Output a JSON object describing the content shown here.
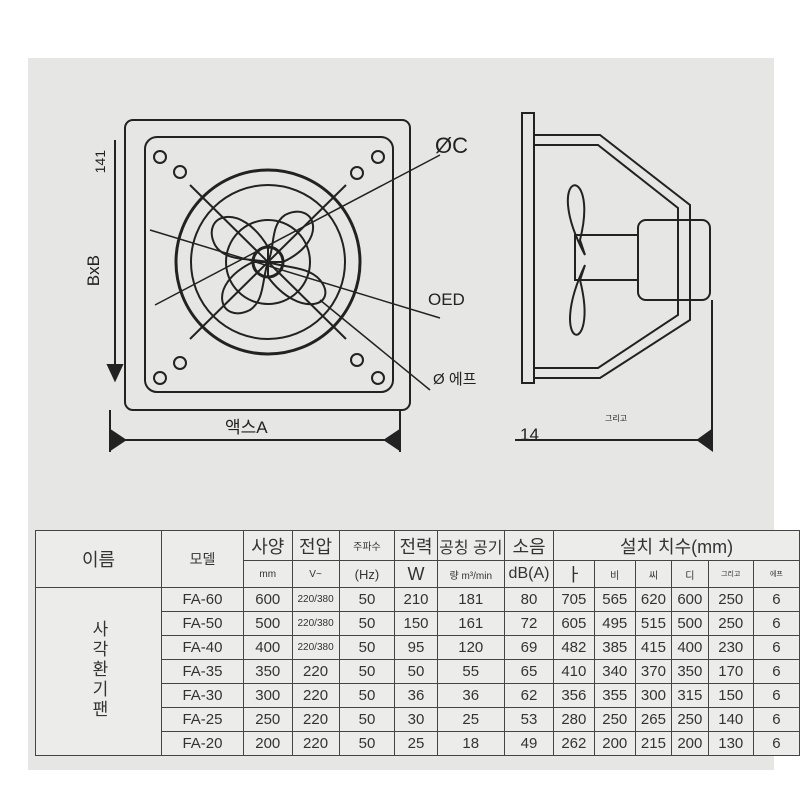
{
  "drawing": {
    "dim_top": "141",
    "dim_bxb": "BxB",
    "dim_c": "ØC",
    "dim_oed": "OED",
    "dim_e": "Ø 에프",
    "dim_a": "액스A",
    "dim_side": "14",
    "side_note": "그리고"
  },
  "table": {
    "headers": {
      "name": "이름",
      "model": "모델",
      "spec": "사양",
      "voltage": "전압",
      "freq": "주파수",
      "power": "전력",
      "airflow": "공칭 공기",
      "noise": "소음",
      "install": "설치 치수(mm)"
    },
    "units": {
      "spec": "mm",
      "voltage": "V~",
      "freq": "(Hz)",
      "power": "W",
      "airflow": "량 m³/min",
      "noise": "dB(A)",
      "d1": "ㅏ",
      "d2": "비",
      "d3": "씨",
      "d4": "디",
      "d5": "그리고",
      "d6": "에프"
    },
    "category": "사각환기팬",
    "rows": [
      [
        "FA-60",
        "600",
        "220/380",
        "50",
        "210",
        "181",
        "80",
        "705",
        "565",
        "620",
        "600",
        "250",
        "6"
      ],
      [
        "FA-50",
        "500",
        "220/380",
        "50",
        "150",
        "161",
        "72",
        "605",
        "495",
        "515",
        "500",
        "250",
        "6"
      ],
      [
        "FA-40",
        "400",
        "220/380",
        "50",
        "95",
        "120",
        "69",
        "482",
        "385",
        "415",
        "400",
        "230",
        "6"
      ],
      [
        "FA-35",
        "350",
        "220",
        "50",
        "50",
        "55",
        "65",
        "410",
        "340",
        "370",
        "350",
        "170",
        "6"
      ],
      [
        "FA-30",
        "300",
        "220",
        "50",
        "36",
        "36",
        "62",
        "356",
        "355",
        "300",
        "315",
        "150",
        "6"
      ],
      [
        "FA-25",
        "250",
        "220",
        "50",
        "30",
        "25",
        "53",
        "280",
        "250",
        "265",
        "250",
        "140",
        "6"
      ],
      [
        "FA-20",
        "200",
        "220",
        "50",
        "25",
        "18",
        "49",
        "262",
        "200",
        "215",
        "200",
        "130",
        "6"
      ]
    ]
  }
}
